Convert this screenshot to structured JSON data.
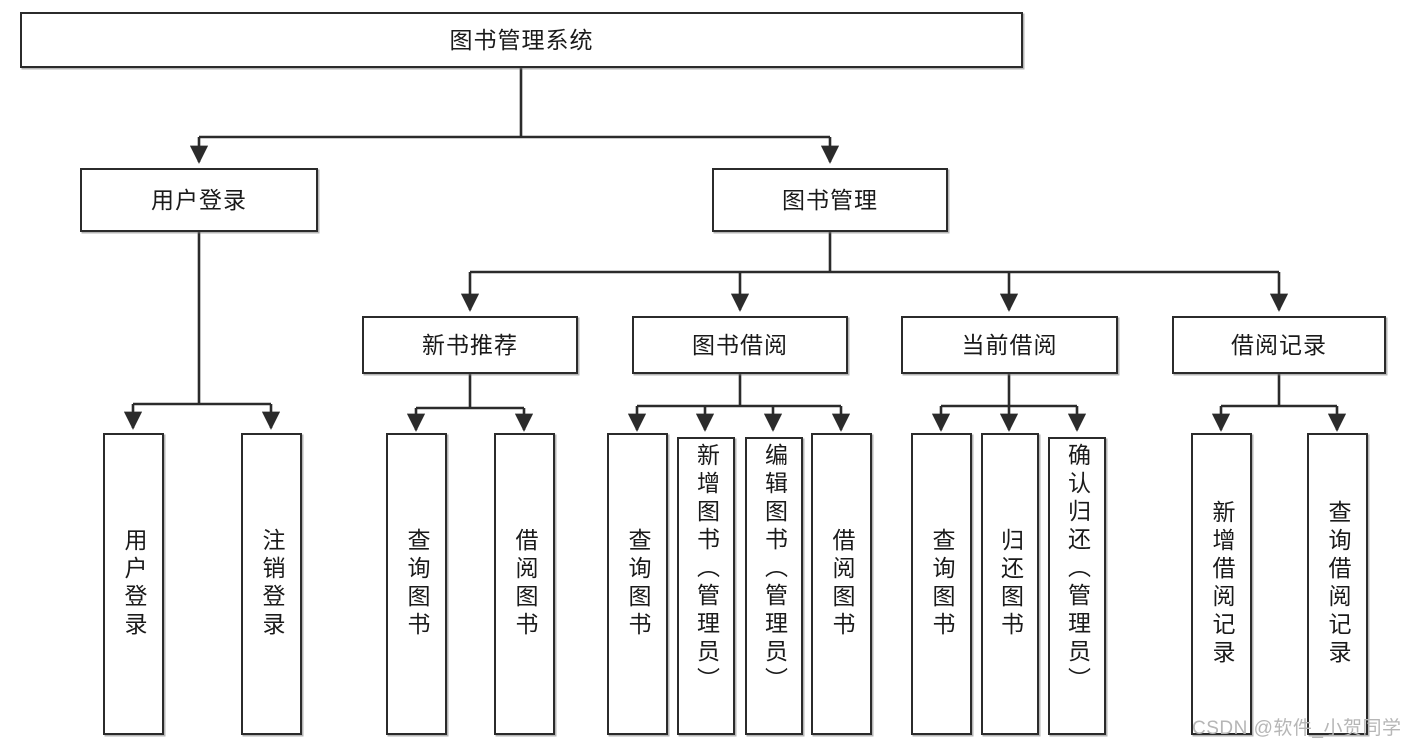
{
  "diagram": {
    "title": "图书管理系统",
    "watermark": "CSDN @软件_小贺同学",
    "colors": {
      "stroke": "#2b2b2b",
      "fill": "#ffffff",
      "text": "#1a1a1a",
      "watermark": "#b6b6b6"
    },
    "root": {
      "label": "图书管理系统"
    },
    "level2": [
      {
        "label": "用户登录"
      },
      {
        "label": "图书管理"
      }
    ],
    "level3": [
      {
        "label": "新书推荐"
      },
      {
        "label": "图书借阅"
      },
      {
        "label": "当前借阅"
      },
      {
        "label": "借阅记录"
      }
    ],
    "leaves": {
      "user_login": [
        {
          "label": "用户登录"
        },
        {
          "label": "注销登录"
        }
      ],
      "new_book_recommend": [
        {
          "label": "查询图书"
        },
        {
          "label": "借阅图书"
        }
      ],
      "book_borrow": [
        {
          "label": "查询图书"
        },
        {
          "label": "新增图书（管理员）"
        },
        {
          "label": "编辑图书（管理员）"
        },
        {
          "label": "借阅图书"
        }
      ],
      "current_borrow": [
        {
          "label": "查询图书"
        },
        {
          "label": "归还图书"
        },
        {
          "label": "确认归还（管理员）"
        }
      ],
      "borrow_record": [
        {
          "label": "新增借阅记录"
        },
        {
          "label": "查询借阅记录"
        }
      ]
    }
  }
}
